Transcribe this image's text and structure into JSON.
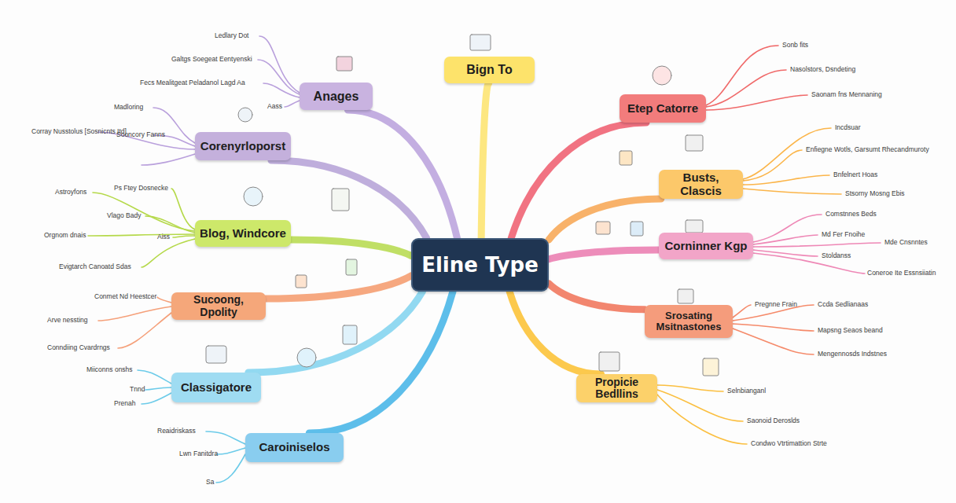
{
  "diagram": {
    "nodes": [
      {
        "text": [
          "Eline Type"
        ]
      },
      {
        "text": [
          "Bign To"
        ]
      },
      {
        "text": [
          "Anages"
        ]
      },
      {
        "text": [
          "Corenyrloporst"
        ]
      },
      {
        "text": [
          "Blog, Windcore"
        ]
      },
      {
        "text": [
          "Sucoong, Dpolity"
        ]
      },
      {
        "text": [
          "Classigatore"
        ]
      },
      {
        "text": [
          "Caroiniselos"
        ]
      },
      {
        "text": [
          "Etep Catorre"
        ]
      },
      {
        "text": [
          "Busts, Clascis"
        ]
      },
      {
        "text": [
          "Corninner Kgp"
        ]
      },
      {
        "text": [
          "Srosating Msitnastones"
        ]
      },
      {
        "text": [
          "Propicie Bedllins"
        ]
      }
    ],
    "edges": [
      {
        "from": 0,
        "to": 1,
        "arrow": "none"
      },
      {
        "from": 0,
        "to": 2,
        "arrow": "none"
      },
      {
        "from": 0,
        "to": 3,
        "arrow": "none"
      },
      {
        "from": 0,
        "to": 4,
        "arrow": "none"
      },
      {
        "from": 0,
        "to": 5,
        "arrow": "none"
      },
      {
        "from": 0,
        "to": 6,
        "arrow": "none"
      },
      {
        "from": 0,
        "to": 7,
        "arrow": "none"
      },
      {
        "from": 0,
        "to": 8,
        "arrow": "none"
      },
      {
        "from": 0,
        "to": 9,
        "arrow": "none"
      },
      {
        "from": 0,
        "to": 10,
        "arrow": "none"
      },
      {
        "from": 0,
        "to": 11,
        "arrow": "none"
      },
      {
        "from": 0,
        "to": 12,
        "arrow": "none"
      }
    ],
    "labels": [
      "Ledlary Dot",
      "Galtgs Soegeat Eentyenski",
      "Fecs Mealitgeat Peladanol Lagd Aa",
      "Aass",
      "Madloring",
      "Sooncory Fanns",
      "Corray Nusstolus [Sosnicnts Itd]",
      "Astroyfons",
      "Ps Ftey Dosnecke",
      "Vlago Bady",
      "Orgnom dnais",
      "Aiss",
      "Evigtarch Canoatd Sdas",
      "Conmet Nd Heestcer",
      "Arve nessting",
      "Conndiing Cvardrngs",
      "Miiconns onshs",
      "Tnnd",
      "Prenah",
      "Reaidriskass",
      "Lwn Fanitdra",
      "Sa",
      "Sonb fits",
      "Nasolstors, Dsndeting",
      "Saonam fns Mennaning",
      "Incdsuar",
      "Enfiegne Wotls, Garsumt Rhecandmuroty",
      "Bnfelnert Hoas",
      "Stsorny Mosng Ebis",
      "Comstnnes Beds",
      "Md Fer Fnoihe",
      "Mde Cnsnntes",
      "Stoldanss",
      "Coneroe Ite Essnsiiatin",
      "Pregnne Frain",
      "Ccda Sedlianaas",
      "Mapsng Seaos beand",
      "Mengennosds Indstnes",
      "Selnbianganl",
      "Saonoid Deroslds",
      "Condwo Vtrtimattion Strte"
    ]
  }
}
